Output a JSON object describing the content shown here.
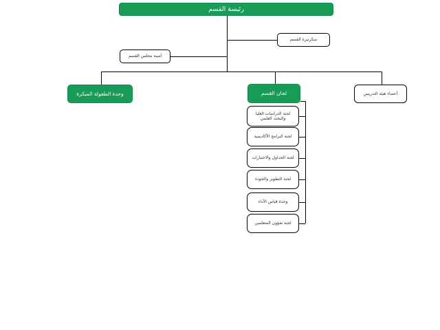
{
  "colors": {
    "node_green": "#179b56",
    "node_white": "#ffffff",
    "border_black": "#000000",
    "text_on_green": "#ffffff",
    "connector": "#000000"
  },
  "org": {
    "root": {
      "label": "رئيسة القسم"
    },
    "assistants": [
      {
        "id": "secretary",
        "label": "سكرتيرة القسم"
      },
      {
        "id": "council-secretary",
        "label": "أمينة مجلس القسم"
      }
    ],
    "branches": [
      {
        "id": "early-childhood-unit",
        "label": "وحدة الطفولة المبكرة",
        "style": "green"
      },
      {
        "id": "department-committees",
        "label": "لجان القسم",
        "style": "green"
      },
      {
        "id": "faculty-members",
        "label": "أعضاء هيئة التدريس",
        "style": "white"
      }
    ],
    "committees": [
      "لجنة الدراسات العليا والبحث العلمي",
      "لجنة البرامج الأكاديمية",
      "لجنة الجداول والاختبارات",
      "لجنة التطوير والجودة",
      "وحدة قياس الأداء",
      "لجنة شؤون المتعلمين"
    ]
  }
}
